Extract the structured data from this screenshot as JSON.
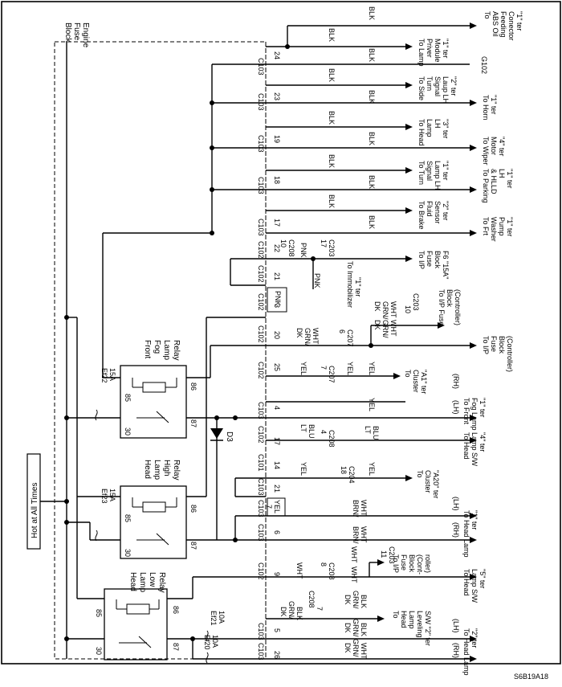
{
  "diagram_code": "S6B19A18",
  "block": {
    "name": [
      "Engine",
      "Fuse",
      "Block"
    ],
    "power": "Hot at All Times"
  },
  "relays": [
    {
      "name": [
        "Front",
        "Fog",
        "Lamp",
        "Relay"
      ],
      "pins": [
        "85",
        "86",
        "30",
        "87"
      ]
    },
    {
      "name": [
        "Head",
        "Lamp",
        "High",
        "Relay"
      ],
      "pins": [
        "85",
        "86",
        "30",
        "87"
      ]
    },
    {
      "name": [
        "Head",
        "Lamp",
        "Low",
        "Relay"
      ],
      "pins": [
        "85",
        "86",
        "30",
        "87"
      ]
    }
  ],
  "fuses": [
    {
      "name": "Ef22",
      "rating": "15A"
    },
    {
      "name": "Ef23",
      "rating": "15A"
    },
    {
      "name": "Ef21",
      "rating": "10A"
    },
    {
      "name": "Ef20",
      "rating": "10A"
    }
  ],
  "diode": "D3",
  "pins": [
    {
      "conn": "C103",
      "pin": "24"
    },
    {
      "conn": "C103",
      "pin": "23"
    },
    {
      "conn": "C103",
      "pin": "19"
    },
    {
      "conn": "C103",
      "pin": "18"
    },
    {
      "conn": "C103",
      "pin": "17"
    },
    {
      "conn": "C102",
      "pin": "22"
    },
    {
      "conn": "C102",
      "pin": "21"
    },
    {
      "conn": "C102",
      "pin": "3"
    },
    {
      "conn": "C102",
      "pin": "20"
    },
    {
      "conn": "C102",
      "pin": "25"
    },
    {
      "conn": "C103",
      "pin": "4"
    },
    {
      "conn": "C102",
      "pin": "17"
    },
    {
      "conn": "C101",
      "pin": "14"
    },
    {
      "conn": "C103",
      "pin": "21"
    },
    {
      "conn": "C103",
      "pin": "7"
    },
    {
      "conn": "C103",
      "pin": "6"
    },
    {
      "conn": "C102",
      "pin": "9"
    },
    {
      "conn": "C103",
      "pin": "5"
    },
    {
      "conn": "C103",
      "pin": "26"
    }
  ],
  "inline_connectors": [
    {
      "conn": "C208",
      "pin": "10"
    },
    {
      "conn": "C203",
      "pin": "17"
    },
    {
      "conn": "C207",
      "pin": "6"
    },
    {
      "conn": "C203",
      "pin": "10"
    },
    {
      "conn": "C207",
      "pin": "7"
    },
    {
      "conn": "C208",
      "pin": "4"
    },
    {
      "conn": "C204",
      "pin": "18"
    },
    {
      "conn": "C208",
      "pin": "8"
    },
    {
      "conn": "C203",
      "pin": "11"
    },
    {
      "conn": "C208",
      "pin": "7"
    }
  ],
  "wire_colors": {
    "blk": "BLK",
    "pnk": "PNK",
    "dk_grn_wht": [
      "DK",
      "GRN/",
      "WHT"
    ],
    "yel": "YEL",
    "lt_blu": [
      "LT",
      "BLU"
    ],
    "brn_wht": [
      "BRN/",
      "WHT"
    ],
    "wht": "WHT",
    "dk_grn_blk": [
      "DK",
      "GRN/",
      "BLK"
    ]
  },
  "labels": {
    "rh": "(RH)",
    "lh": "(LH)"
  },
  "destinations": [
    [
      "To",
      "ABS Oil",
      "Feeding",
      "Conector",
      "\"1\" ter"
    ],
    [
      "To Lamp",
      "Priver",
      "Module",
      "\"1\" ter"
    ],
    [
      "G102"
    ],
    [
      "To Side",
      "Turn",
      "Signal",
      "Laup LH",
      "\"2\" ter"
    ],
    [
      "To Horn",
      "\"1\" ter"
    ],
    [
      "To Head",
      "Lamp",
      "LH",
      "\"3\" ter"
    ],
    [
      "To Wiper",
      "Motor",
      "\"4\" ter"
    ],
    [
      "To Turn",
      "Signal",
      "Lamp LH",
      "\"1\" ter"
    ],
    [
      "To Parking",
      "& HLLD",
      "LH",
      "\"1\" ter"
    ],
    [
      "To Brake",
      "Fluid",
      "Sensor",
      "\"2\" ter"
    ],
    [
      "To Frt",
      "Washer",
      "Pump",
      "\"1\" ter"
    ],
    [
      "To I/P",
      "Fuse",
      "Block",
      "F6 \"15A\""
    ],
    [
      "To Immobilizer",
      "\"1\" ter"
    ],
    [
      "To I/P Fuse",
      "Block",
      "(Controller)"
    ],
    [
      "To I/P",
      "Fuse",
      "Block",
      "(Controller)"
    ],
    [
      "To",
      "Cluster",
      "\"A1\" ter"
    ],
    [
      "To Front",
      "Fog Lamp",
      "\"1\" ter"
    ],
    [
      "To Head",
      "Lamp S/W",
      "\"4\" ter"
    ],
    [
      "To",
      "Cluster",
      "\"A20\" ter"
    ],
    [
      "To Head Lamp",
      "\"1\" ter"
    ],
    [
      "To I/P",
      "Fuse",
      "Block",
      "(Cont-",
      "roller)"
    ],
    [
      "To Head",
      "Lamp S/W",
      "\"5\" ter"
    ],
    [
      "To",
      "Head",
      "Lamp",
      "Leveling",
      "S/W \"2\" ter"
    ],
    [
      "To Head Lamp",
      "\"2\" ter"
    ]
  ]
}
